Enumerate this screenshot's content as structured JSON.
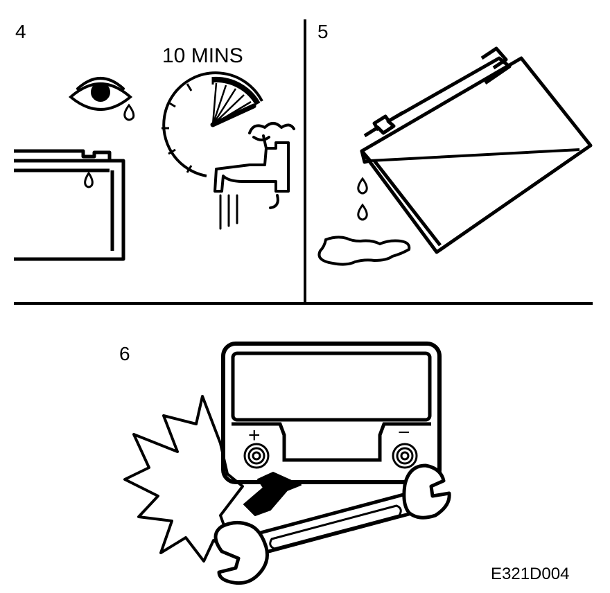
{
  "panels": [
    {
      "number": "4",
      "caption": "10 MINS"
    },
    {
      "number": "5"
    },
    {
      "number": "6",
      "positive_symbol": "+",
      "negative_symbol": "−"
    }
  ],
  "reference_code": "E321D004",
  "colors": {
    "ink": "#000000",
    "paper": "#ffffff"
  }
}
